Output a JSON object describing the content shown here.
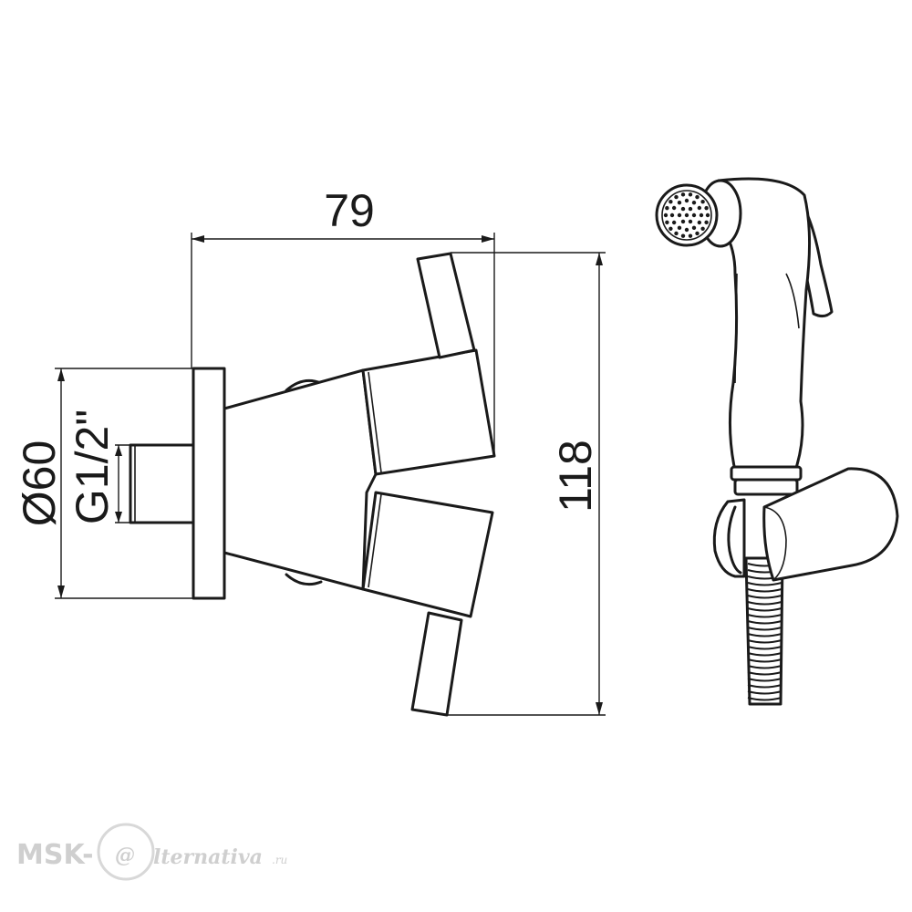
{
  "dimensions": {
    "width_label": "79",
    "height_label": "118",
    "diameter_label": "Ø60",
    "thread_label": "G1/2\""
  },
  "watermark": {
    "prefix": "MSK-",
    "at_symbol": "@",
    "suffix": "lternativa",
    "tld": ".ru"
  },
  "colors": {
    "line": "#1a1a1a",
    "background": "#ffffff",
    "watermark": "#cfcfcf"
  }
}
